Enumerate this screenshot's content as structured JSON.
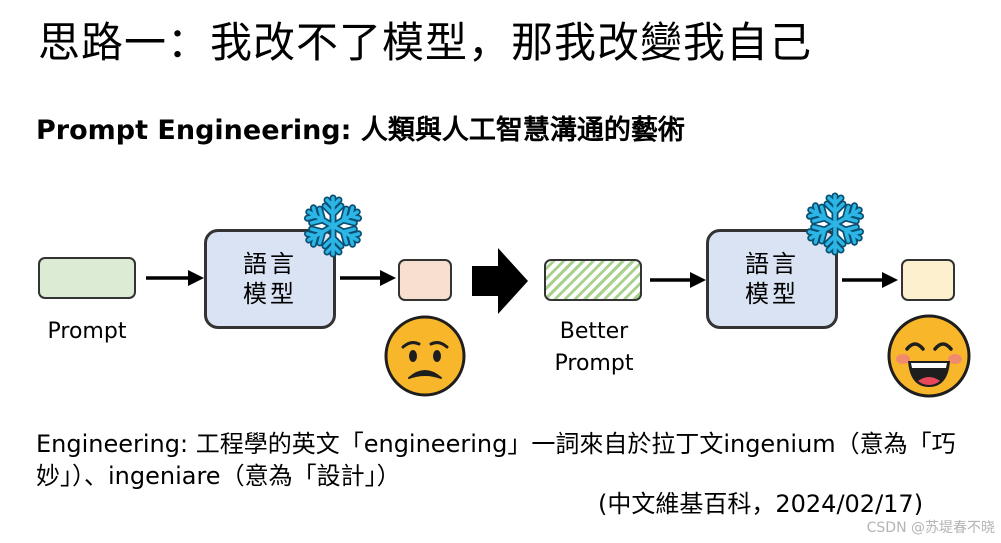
{
  "slide": {
    "title": "思路一：我改不了模型，那我改變我自己",
    "subtitle": "Prompt Engineering: 人類與人工智慧溝通的藝術"
  },
  "diagram_left": {
    "input_label": "Prompt",
    "model_line1": "語言",
    "model_line2": "模型",
    "output_color": "#f8e0d0",
    "face_icon": "sad-face-icon"
  },
  "diagram_right": {
    "input_label_line1": "Better",
    "input_label_line2": "Prompt",
    "model_line1": "語言",
    "model_line2": "模型",
    "output_color": "#fdf0cf",
    "face_icon": "laughing-face-icon"
  },
  "note": {
    "text": "Engineering: 工程學的英文「engineering」一詞來自於拉丁文ingenium（意為「巧妙」）、ingeniare（意為「設計」）",
    "source": "(中文維基百科，2024/02/17)"
  },
  "watermark": "CSDN @苏堤春不晓",
  "colors": {
    "prompt_fill": "#dcebd3",
    "model_fill": "#dae3f3",
    "snowflake": "#1fa9d8",
    "face_fill": "#f8b72a"
  }
}
